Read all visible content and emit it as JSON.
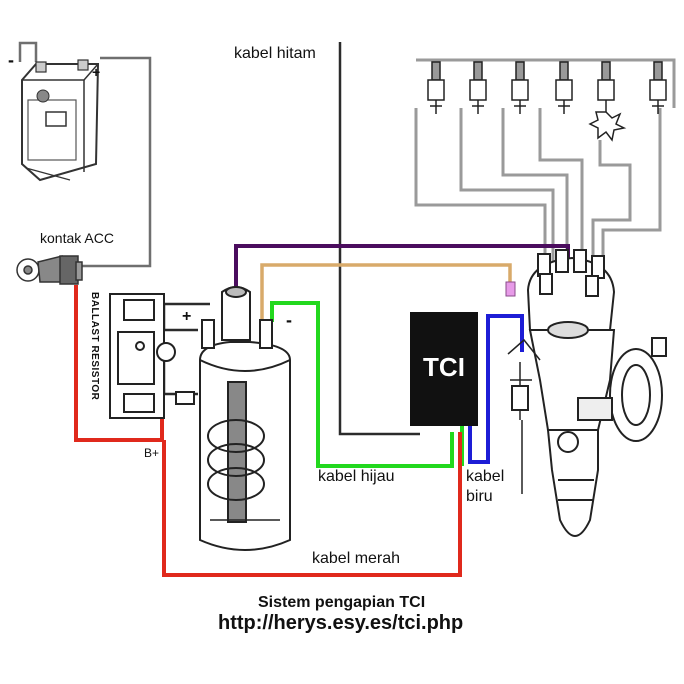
{
  "labels": {
    "kabel_hitam": "kabel hitam",
    "kontak_acc": "kontak ACC",
    "ballast_resistor": "BALLAST RESISTOR",
    "b_plus": "B+",
    "tci": "TCI",
    "kabel_hijau": "kabel hijau",
    "kabel_biru_1": "kabel",
    "kabel_biru_2": "biru",
    "kabel_merah": "kabel merah",
    "battery_plus": "+",
    "battery_minus": "-",
    "coil_plus": "+",
    "coil_minus": "-"
  },
  "caption": {
    "title": "Sistem pengapian TCI",
    "url": "http://herys.esy.es/tci.php"
  },
  "colors": {
    "wire_black": "#2b2b2b",
    "wire_gray": "#9a9a9a",
    "wire_purple": "#4b0d5e",
    "wire_tan": "#d8aa6a",
    "wire_green": "#22d81e",
    "wire_blue": "#1d1dd6",
    "wire_red": "#e0291c",
    "tci_box": "#111111",
    "plug_pink": "#e79be8"
  },
  "spark_plug_count": 6
}
